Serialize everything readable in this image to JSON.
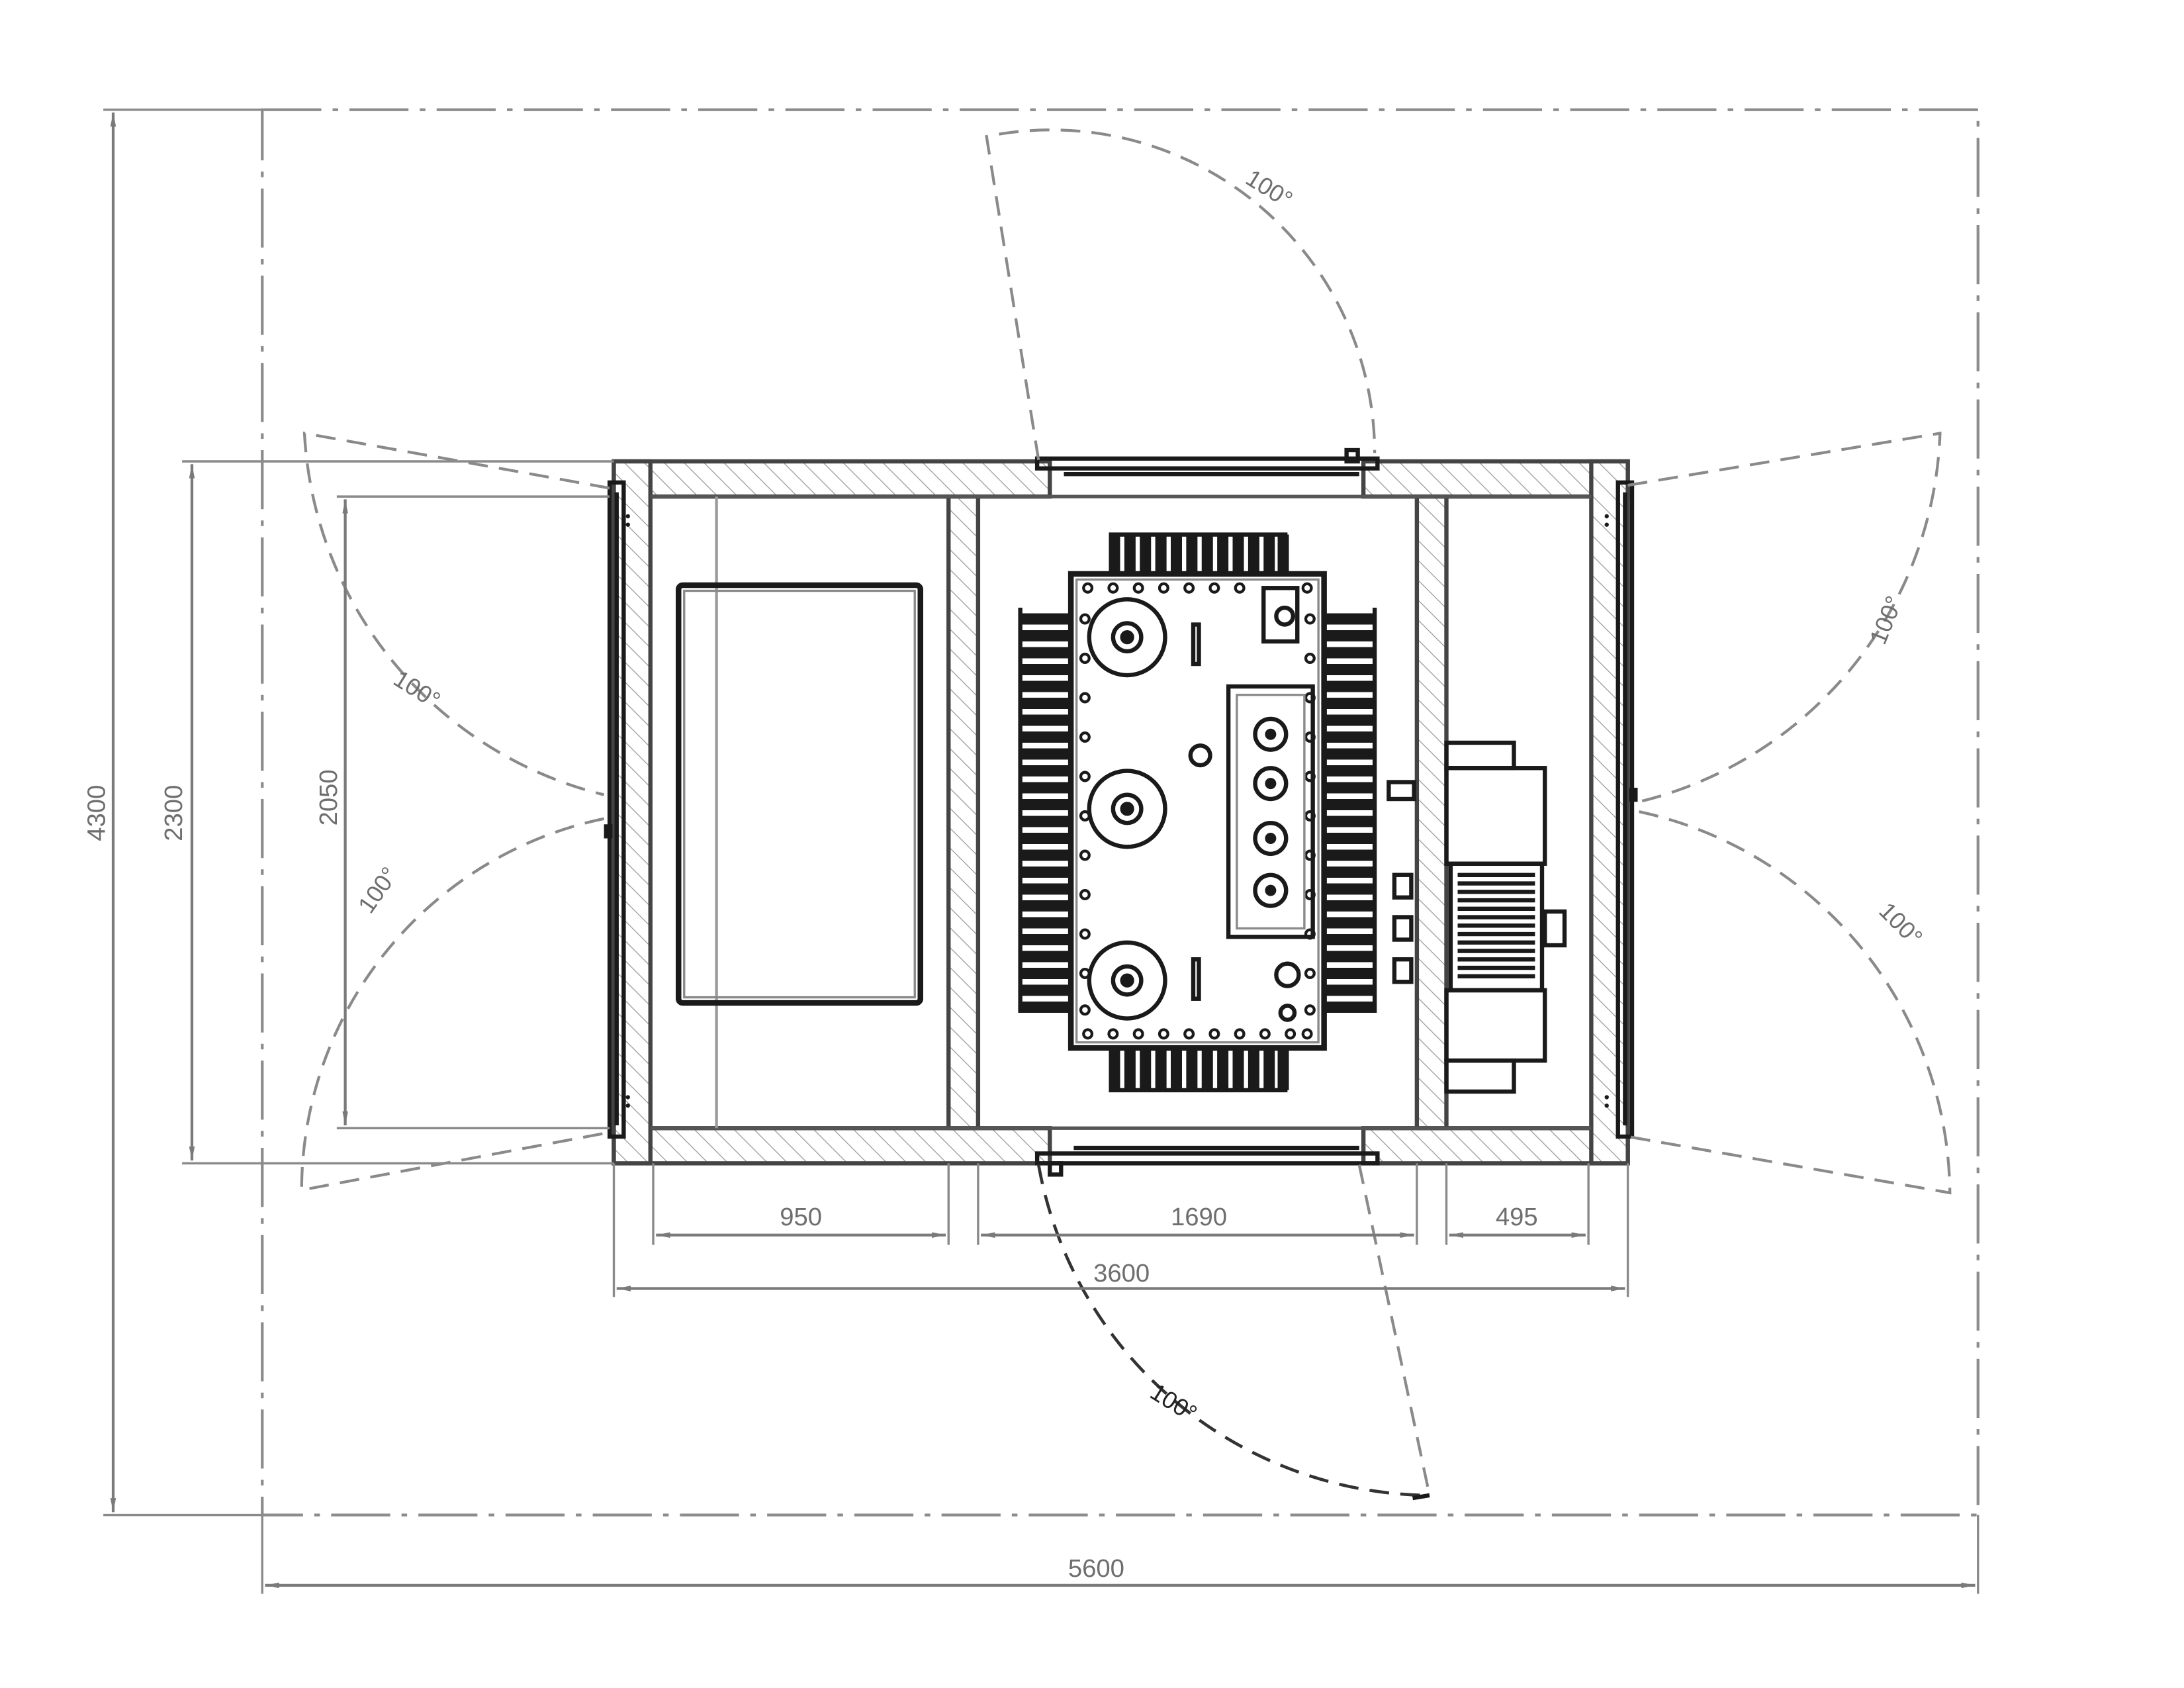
{
  "drawing": {
    "colors": {
      "line": "#1a1a1a",
      "dimension": "#7a7a7a",
      "hatch": "#9a9a9a"
    },
    "dimensions": {
      "overall_width": "5600",
      "overall_height": "4300",
      "enclosure_width": "3600",
      "enclosure_height": "2300",
      "door_opening": "2050",
      "compartment_left": "950",
      "compartment_center": "1690",
      "compartment_right": "495"
    },
    "door_swings": {
      "top": "100°",
      "left_upper": "100°",
      "left_lower": "100°",
      "right_upper": "100°",
      "right_lower": "100°",
      "bottom": "100°"
    }
  }
}
